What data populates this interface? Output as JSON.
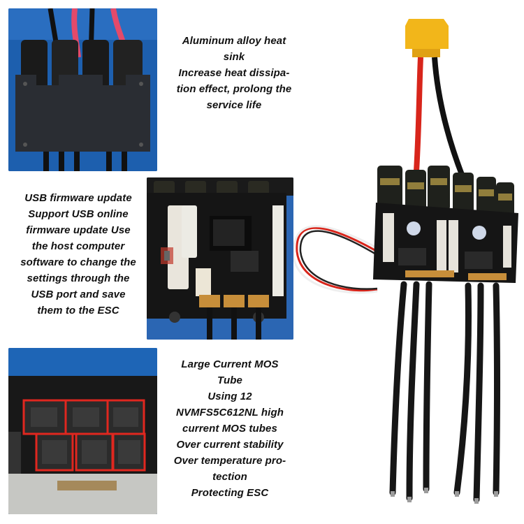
{
  "features": [
    {
      "id": "heat-sink",
      "lines": [
        "Aluminum alloy heat",
        "sink",
        "Increase heat dissipa-",
        "tion effect, prolong the",
        "service life"
      ]
    },
    {
      "id": "usb-firmware",
      "lines": [
        "USB firmware update",
        "Support USB online",
        "firmware update Use",
        "the host computer",
        "software to change the",
        "settings through the",
        "USB port and save",
        "them to the ESC"
      ]
    },
    {
      "id": "mos-tube",
      "lines": [
        "Large Current MOS",
        "Tube",
        "Using 12",
        "NVMFS5C612NL high",
        "current MOS tubes",
        "Over current stability",
        "Over temperature pro-",
        "tection",
        "Protecting ESC"
      ]
    }
  ],
  "colors": {
    "photo_blue": "#1d5fae",
    "pcb_black": "#141414",
    "wire_red": "#d8251b",
    "connector_yellow": "#f2b61a",
    "highlight_red": "#e0271f"
  }
}
